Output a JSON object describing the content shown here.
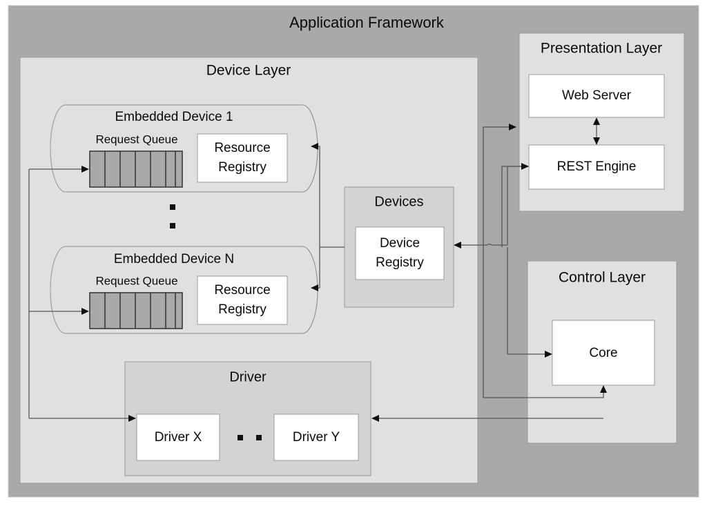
{
  "diagram": {
    "title": "Application Framework",
    "type": "layered-architecture-block-diagram"
  },
  "frame": {
    "label": "Application Framework",
    "fill": "#a9a9a9"
  },
  "device_layer": {
    "label": "Device Layer",
    "fill": "#e0e0e0",
    "devices": [
      {
        "name": "Embedded Device 1",
        "queue_label": "Request Queue",
        "queue_cells": 6,
        "registry_label_line1": "Resource",
        "registry_label_line2": "Registry"
      },
      {
        "name": "Embedded Device N",
        "queue_label": "Request Queue",
        "queue_cells": 6,
        "registry_label_line1": "Resource",
        "registry_label_line2": "Registry"
      }
    ],
    "ellipsis_dots": 2,
    "devices_group": {
      "label": "Devices",
      "fill": "#d3d3d3",
      "registry_label_line1": "Device",
      "registry_label_line2": "Registry"
    },
    "driver_group": {
      "label": "Driver",
      "fill": "#d3d3d3",
      "ellipsis_dots": 2,
      "drivers": [
        {
          "label": "Driver X"
        },
        {
          "label": "Driver Y"
        }
      ]
    }
  },
  "presentation_layer": {
    "label": "Presentation Layer",
    "fill": "#e0e0e0",
    "nodes": [
      {
        "label": "Web Server"
      },
      {
        "label": "REST Engine"
      }
    ]
  },
  "control_layer": {
    "label": "Control Layer",
    "fill": "#e0e0e0",
    "nodes": [
      {
        "label": "Core"
      }
    ]
  },
  "colors": {
    "background": "#ffffff",
    "frame_gray": "#a9a9a9",
    "layer_gray": "#e0e0e0",
    "group_gray": "#d3d3d3",
    "node_white": "#ffffff",
    "queue_gray": "#a9a9a9",
    "line_gray": "#555555",
    "text_black": "#0a0a0a"
  }
}
